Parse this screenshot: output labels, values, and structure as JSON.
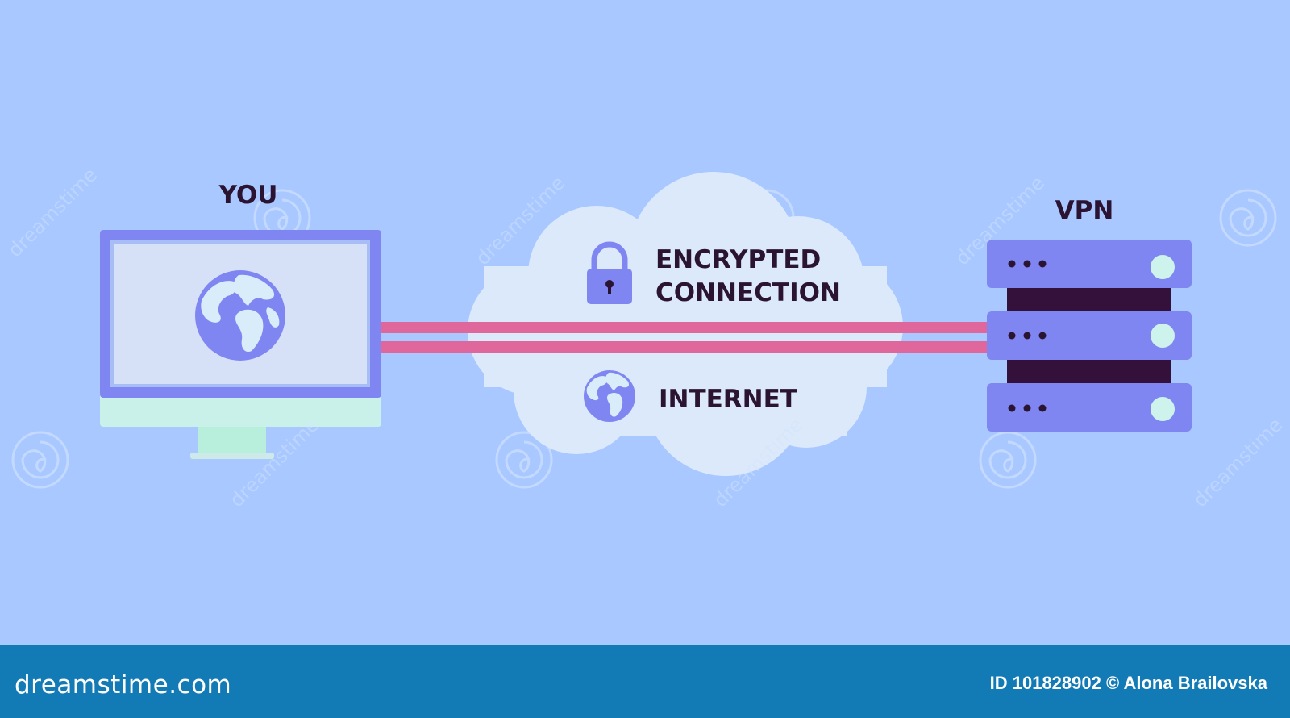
{
  "labels": {
    "you": "YOU",
    "vpn": "VPN",
    "encrypted_line1": "ENCRYPTED",
    "encrypted_line2": "CONNECTION",
    "internet": "INTERNET"
  },
  "footer": {
    "logo": "dreamstime.com",
    "credit": "ID 101828902 © Alona Brailovska"
  },
  "watermark": "dreamstime",
  "colors": {
    "background": "#a8c8ff",
    "device": "#7f86f2",
    "cloud": "#dbe9fb",
    "tunnel": "#e0679b",
    "footer": "#127bb6"
  }
}
